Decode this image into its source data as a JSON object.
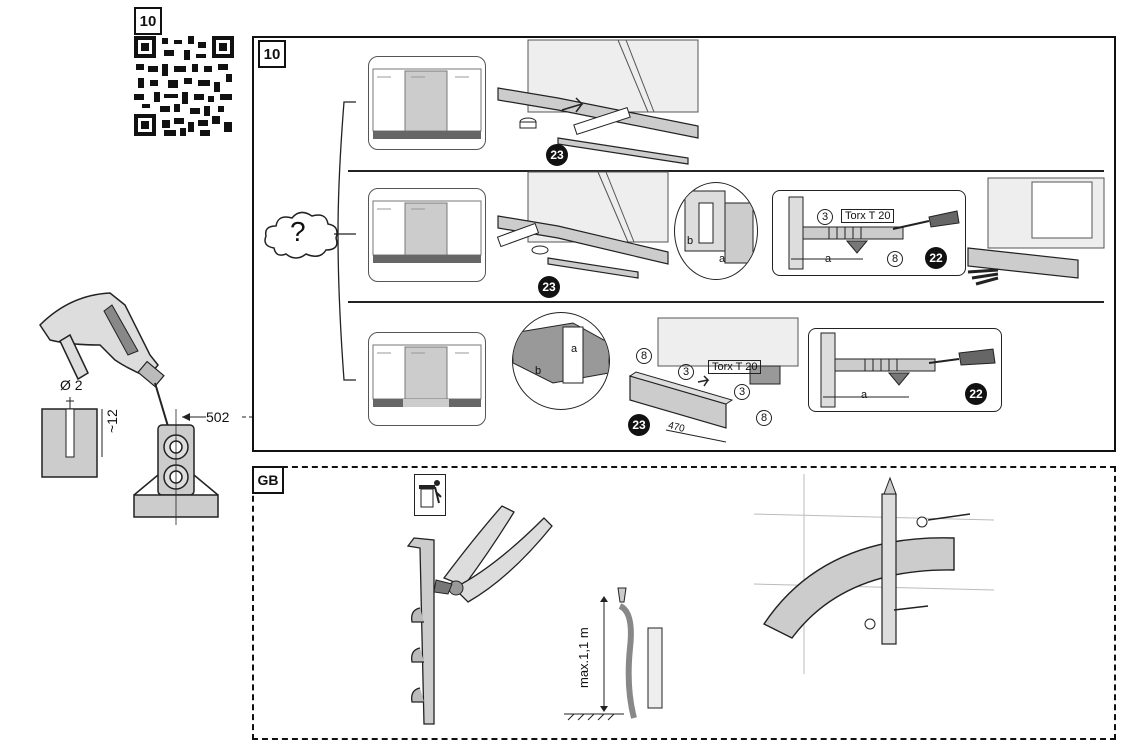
{
  "header": {
    "step_number": "10"
  },
  "panel": {
    "step_number": "10",
    "question_mark": "?"
  },
  "drill": {
    "diameter": "Ø 2",
    "depth": "~12",
    "offset": "502"
  },
  "row1": {
    "part_23": "23"
  },
  "row2": {
    "part_23": "23",
    "dim_a": "a",
    "dim_b": "b",
    "screw_3": "3",
    "torx": "Torx T 20",
    "screw_8": "8",
    "part_22": "22"
  },
  "row3": {
    "dim_a": "a",
    "dim_b": "b",
    "screw_8_top": "8",
    "screw_3_top": "3",
    "torx": "Torx T 20",
    "screw_3_bottom": "3",
    "screw_8_bottom": "8",
    "part_23": "23",
    "length": "470",
    "dim_a_right": "a",
    "part_22": "22"
  },
  "gb": {
    "label": "GB",
    "height_limit": "max.1,1 m"
  },
  "colors": {
    "line": "#111111",
    "panel_gray": "#cfcfcf",
    "dark_gray": "#777777"
  },
  "icons": [
    "qr-code-icon",
    "question-cloud-icon",
    "drill-icon",
    "waste-bin-icon",
    "pliers-icon",
    "screwdriver-icon"
  ]
}
